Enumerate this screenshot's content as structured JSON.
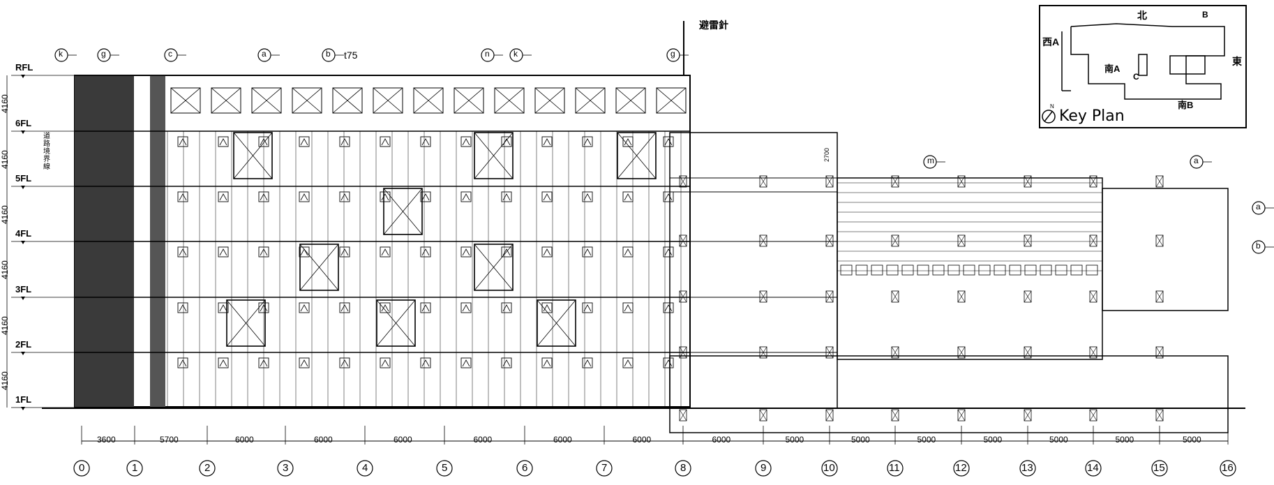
{
  "drawing": {
    "lightning_rod_label": "避雷針",
    "boundary_label": "道路境界線",
    "thickness_note": "t75",
    "floors": [
      {
        "label": "RFL"
      },
      {
        "label": "6FL"
      },
      {
        "label": "5FL"
      },
      {
        "label": "4FL"
      },
      {
        "label": "3FL"
      },
      {
        "label": "2FL"
      },
      {
        "label": "1FL"
      }
    ],
    "floor_heights": [
      "4160",
      "4160",
      "4160",
      "4160",
      "4160",
      "4160"
    ],
    "callouts": [
      "k",
      "g",
      "c",
      "a",
      "b",
      "n",
      "k",
      "g",
      "m",
      "a",
      "a",
      "b"
    ],
    "dim_2700": "2700",
    "spans": [
      "3600",
      "5700",
      "6000",
      "6000",
      "6000",
      "6000",
      "6000",
      "6000",
      "6000",
      "5000",
      "5000",
      "5000",
      "5000",
      "5000",
      "5000",
      "5000"
    ],
    "grid_labels": [
      "0",
      "1",
      "2",
      "3",
      "4",
      "5",
      "6",
      "7",
      "8",
      "9",
      "10",
      "11",
      "12",
      "13",
      "14",
      "15",
      "16"
    ]
  },
  "key_plan": {
    "title": "Key Plan",
    "north_symbol": "N",
    "labels": {
      "north": "北",
      "west": "西A",
      "east": "東",
      "south_a": "南A",
      "south_b": "南B",
      "marker_b": "B",
      "marker_c": "C"
    }
  }
}
